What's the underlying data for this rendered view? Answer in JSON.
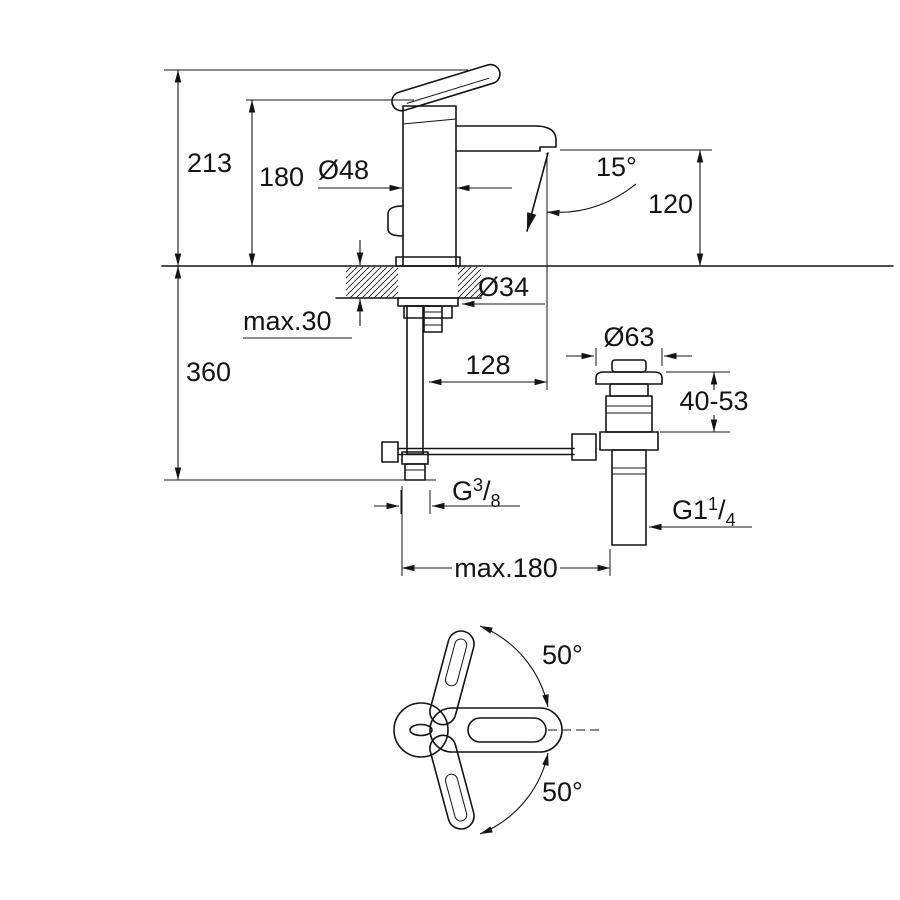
{
  "drawing": {
    "title": "Single-lever basin mixer — dimensional drawing",
    "background": "#ffffff",
    "ink": "#141414",
    "dims": {
      "overall_height": "213",
      "height_to_body_top": "180",
      "body_diameter": "Ø48",
      "stream_angle": "15°",
      "spout_outlet_height": "120",
      "mounting_hole_diameter": "Ø34",
      "max_deck_thickness": "max.30",
      "depth_below_deck": "360",
      "spout_reach": "128",
      "waste_flange_diameter": "Ø63",
      "waste_adjustment": "40-53",
      "max_spread": "max.180",
      "lever_swing_upper": "50°",
      "lever_swing_lower": "50°"
    },
    "threads": {
      "supply": {
        "prefix": "G",
        "numerator": "3",
        "separator": "/",
        "denominator": "8"
      },
      "waste": {
        "prefix": "G1",
        "numerator": "1",
        "separator": "/",
        "denominator": "4"
      }
    }
  }
}
